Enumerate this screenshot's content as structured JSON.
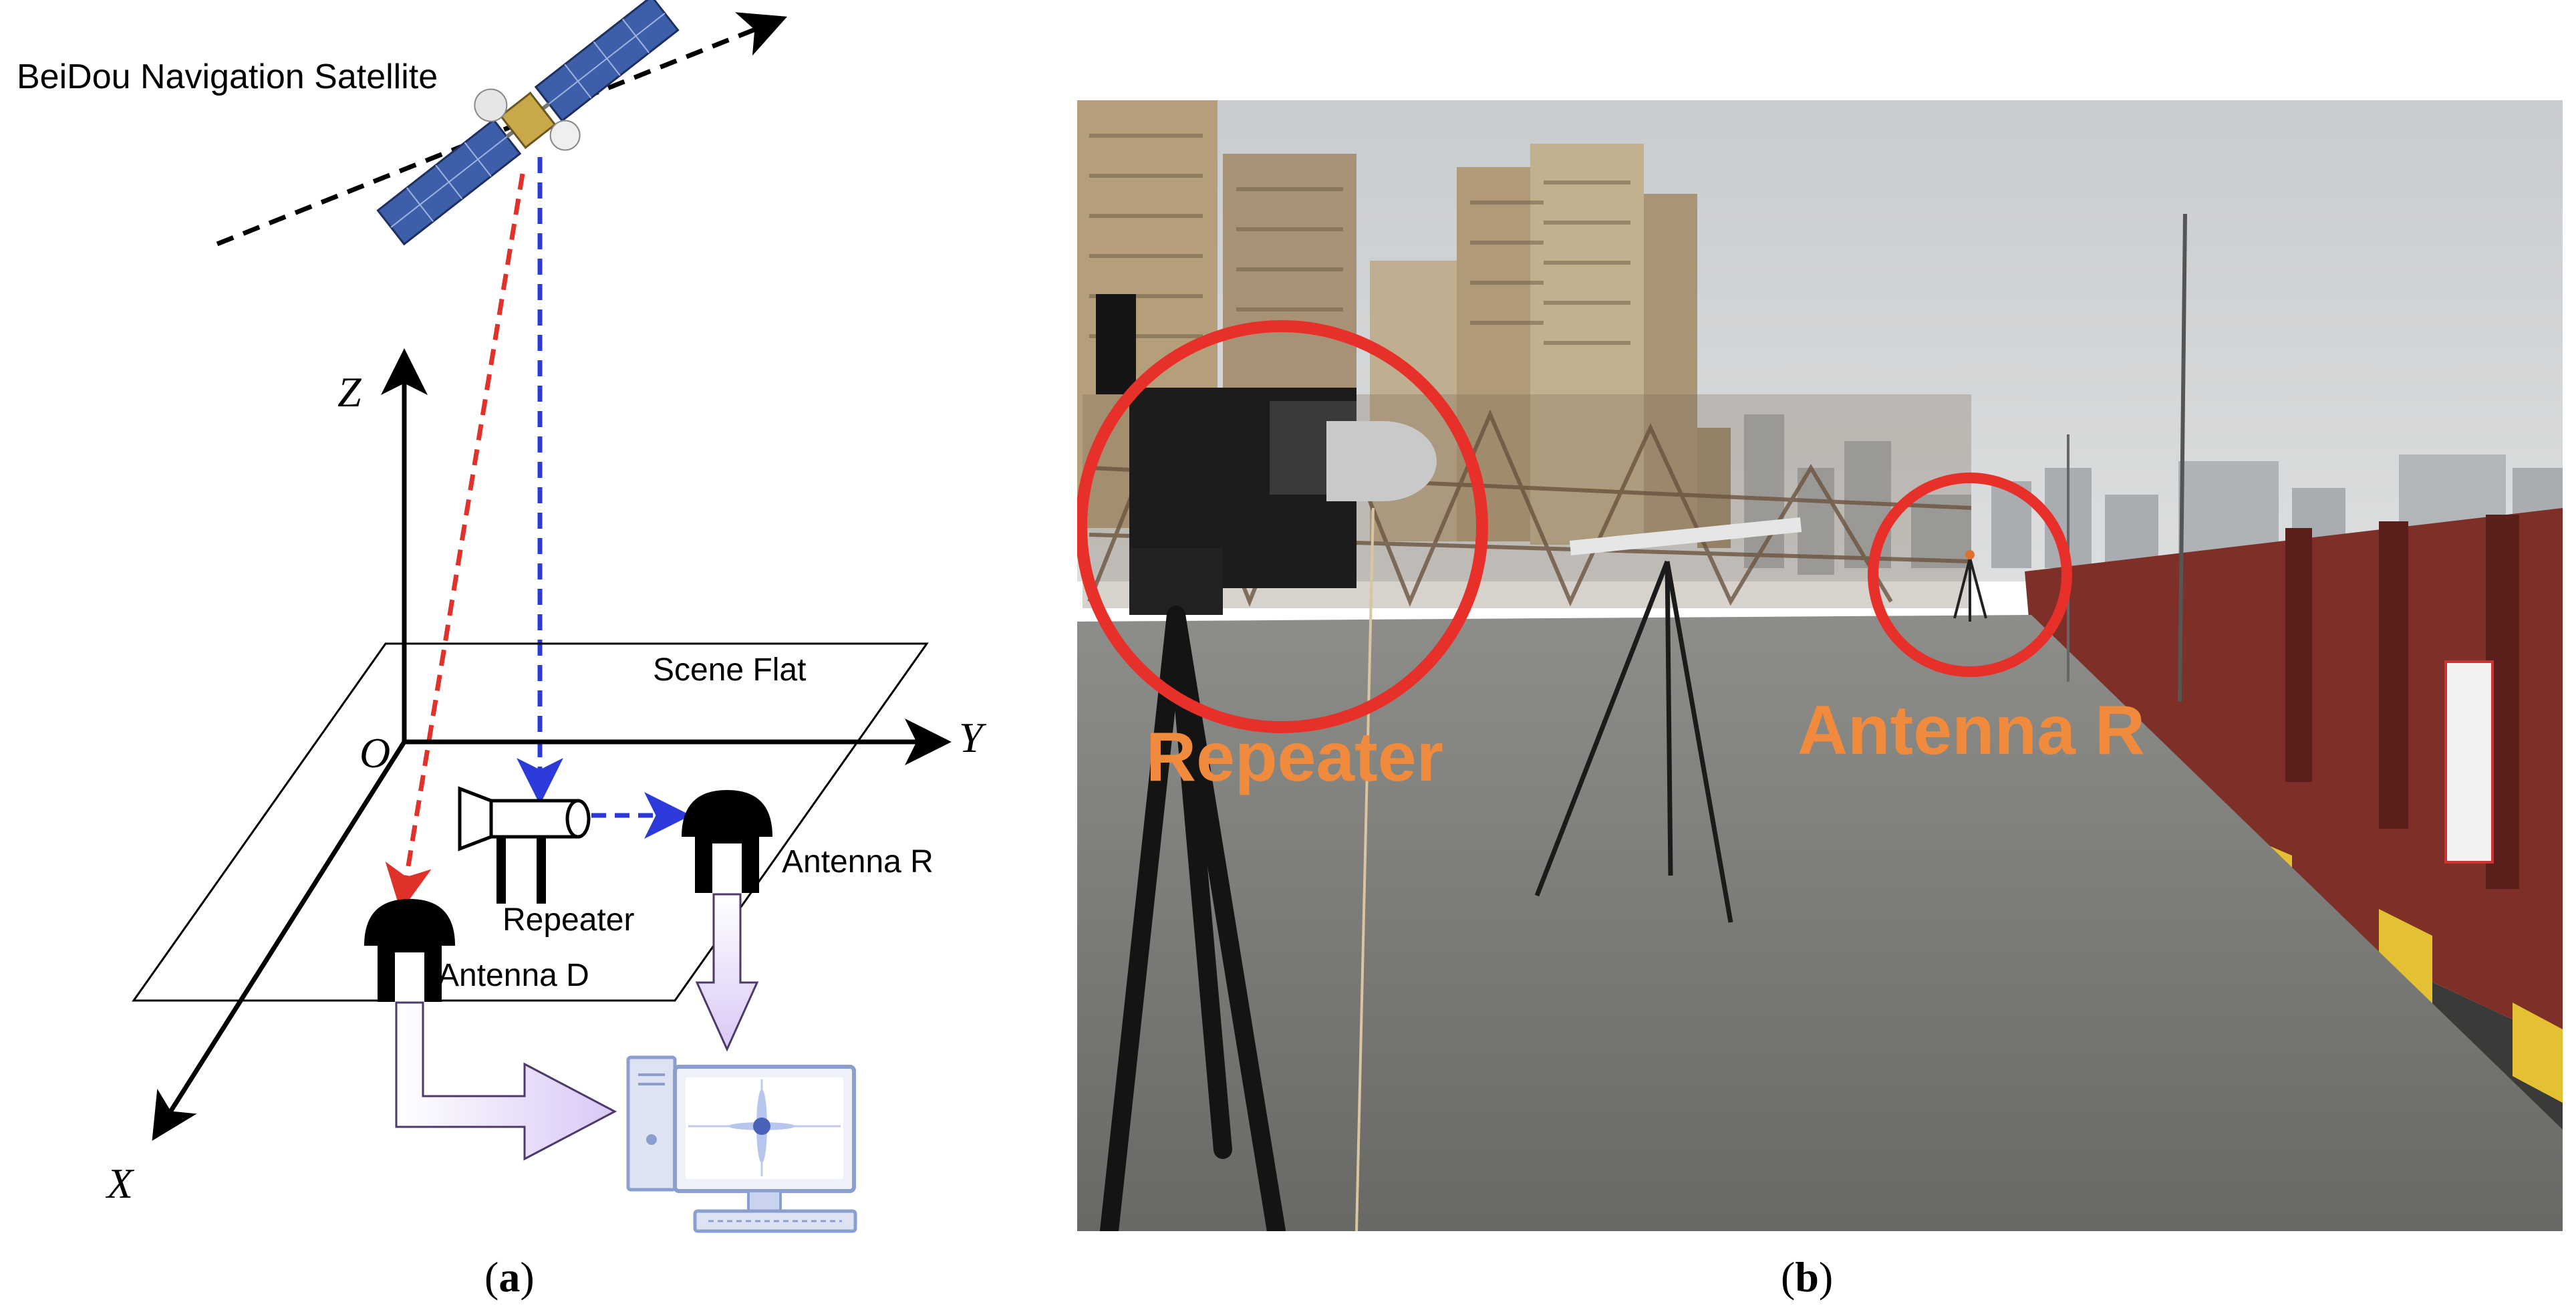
{
  "panel_a": {
    "satellite_label": "BeiDou Navigation Satellite",
    "axis_z": "Z",
    "axis_y": "Y",
    "axis_x": "X",
    "origin": "O",
    "plane_label": "Scene Flat",
    "repeater_label": "Repeater",
    "antenna_r_label": "Antenna R",
    "antenna_d_label": "Antenna D",
    "caption_open": "(",
    "caption_letter": "a",
    "caption_close": ")"
  },
  "panel_b": {
    "repeater_label": "Repeater",
    "antenna_r_label": "Antenna R",
    "caption_open": "(",
    "caption_letter": "b",
    "caption_close": ")"
  },
  "colors": {
    "direct_path": "#e0312b",
    "repeater_path": "#2b3ad8",
    "highlight_circle": "#e8302a",
    "photo_label": "#f08a3c",
    "signal_arrow_fill": "#ece3fb",
    "signal_arrow_stroke": "#5c4a80",
    "computer": "#8a9fd0"
  }
}
